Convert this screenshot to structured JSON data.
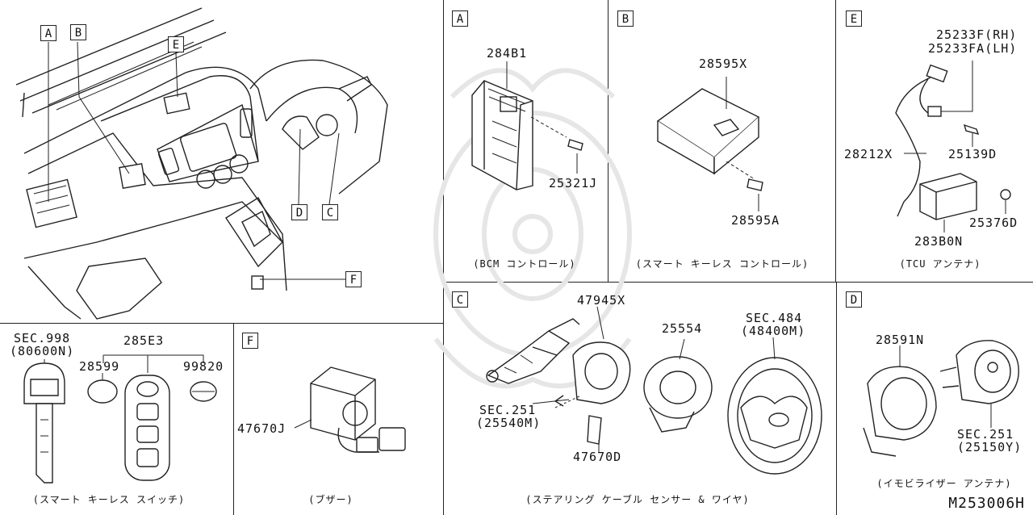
{
  "drawing_number": "M253006H",
  "overview": {
    "tags": [
      "A",
      "B",
      "E",
      "D",
      "C",
      "F"
    ]
  },
  "panels": {
    "A": {
      "tag": "A",
      "caption": "(BCM コントロール)",
      "parts": [
        "284B1",
        "25321J"
      ]
    },
    "B": {
      "tag": "B",
      "caption": "(スマート キーレス コントロール)",
      "parts": [
        "28595X",
        "28595A"
      ]
    },
    "E": {
      "tag": "E",
      "caption": "(TCU アンテナ)",
      "parts": [
        "25233F(RH)",
        "25233FA(LH)",
        "28212X",
        "25139D",
        "25376D",
        "283B0N"
      ]
    },
    "key": {
      "caption": "(スマート キーレス スイッチ)",
      "parts": [
        "SEC.998",
        "(80600N)",
        "285E3",
        "28599",
        "99820"
      ]
    },
    "F": {
      "tag": "F",
      "caption": "(ブザー)",
      "parts": [
        "47670J"
      ]
    },
    "C": {
      "tag": "C",
      "caption": "(ステアリング ケーブル センサー & ワイヤ)",
      "parts": [
        "47945X",
        "25554",
        "SEC.484",
        "(48400M)",
        "SEC.251",
        "(25540M)",
        "47670D"
      ]
    },
    "D": {
      "tag": "D",
      "caption": "(イモビライザー アンテナ)",
      "parts": [
        "28591N",
        "SEC.251",
        "(25150Y)"
      ]
    }
  }
}
